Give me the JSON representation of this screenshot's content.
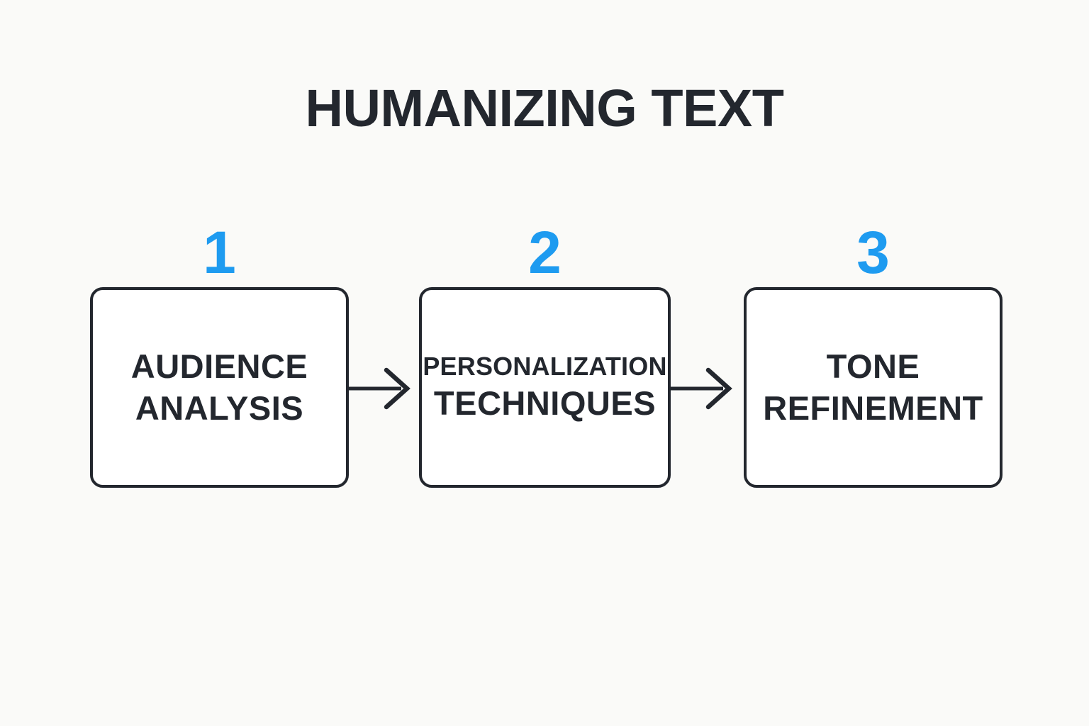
{
  "title": "HUMANIZING TEXT",
  "colors": {
    "background": "#FAFAF8",
    "box_fill": "#FFFFFF",
    "ink": "#23272E",
    "accent_blue": "#1E9BF0"
  },
  "steps": [
    {
      "number": "1",
      "line1": "AUDIENCE",
      "line2": "ANALYSIS"
    },
    {
      "number": "2",
      "line1": "PERSONALIZATION",
      "line2": "TECHNIQUES"
    },
    {
      "number": "3",
      "line1": "TONE",
      "line2": "REFINEMENT"
    }
  ]
}
